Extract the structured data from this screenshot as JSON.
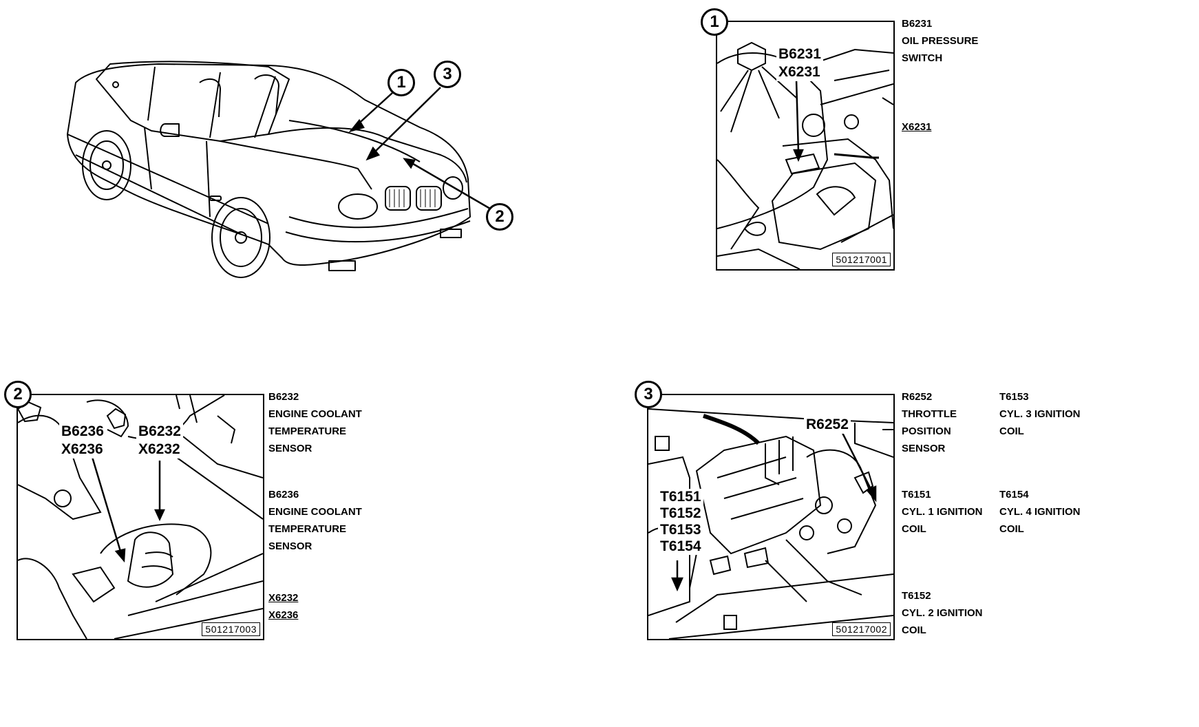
{
  "overview": {
    "callouts": [
      "1",
      "3",
      "2"
    ]
  },
  "panel1": {
    "number": "1",
    "code": "501217001",
    "callout": [
      "B6231",
      "X6231"
    ],
    "legend": {
      "id": "B6231",
      "desc_lines": [
        "OIL PRESSURE",
        "SWITCH"
      ],
      "connector": "X6231"
    }
  },
  "panel2": {
    "number": "2",
    "code": "501217003",
    "callout_left": [
      "B6236",
      "X6236"
    ],
    "callout_right": [
      "B6232",
      "X6232"
    ],
    "legend": {
      "items": [
        {
          "id": "B6232",
          "desc_lines": [
            "ENGINE COOLANT",
            "TEMPERATURE",
            "SENSOR"
          ]
        },
        {
          "id": "B6236",
          "desc_lines": [
            "ENGINE COOLANT",
            "TEMPERATURE",
            "SENSOR"
          ]
        }
      ],
      "connectors": [
        "X6232",
        "X6236"
      ]
    }
  },
  "panel3": {
    "number": "3",
    "code": "501217002",
    "callout_top": "R6252",
    "callout_left": [
      "T6151",
      "T6152",
      "T6153",
      "T6154"
    ],
    "legend": {
      "col1": [
        {
          "id": "R6252",
          "desc_lines": [
            "THROTTLE",
            "POSITION",
            "SENSOR"
          ]
        },
        {
          "id": "T6151",
          "desc_lines": [
            "CYL. 1 IGNITION",
            "COIL"
          ]
        },
        {
          "id": "T6152",
          "desc_lines": [
            "CYL. 2 IGNITION",
            "COIL"
          ]
        }
      ],
      "col2": [
        {
          "id": "T6153",
          "desc_lines": [
            "CYL. 3 IGNITION",
            "COIL"
          ]
        },
        {
          "id": "T6154",
          "desc_lines": [
            "CYL. 4 IGNITION",
            "COIL"
          ]
        }
      ]
    }
  }
}
